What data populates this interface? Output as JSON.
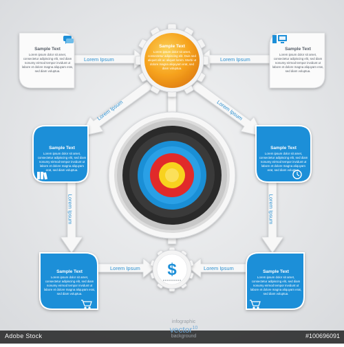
{
  "colors": {
    "background": "#e8e9eb",
    "card_white": "#fbfbfb",
    "card_blue": "#1d8fd8",
    "arrow_label": "#2a8fd0",
    "center_orange": "#f6a21d",
    "target_yellow": "#f8d21e",
    "target_red": "#e12a2a",
    "target_blue": "#1a8fd6",
    "target_black": "#2a2a2a",
    "gear_white": "#f7f7f7",
    "dollar_blue": "#1d8fd8"
  },
  "center_hub": {
    "title": "Sample Text",
    "body": "Lorem ipsum dolor sit amet, consectetur adipiscing elit. Duis sed aliquet elit ac aliquet lorem. Morbi ut dolore magna aliquyam erat, sed diam voluptua."
  },
  "cards": [
    {
      "name": "card-top-left",
      "title": "Sample Text",
      "icon": "chat-bubble-icon",
      "body": "Lorem ipsum dolor sit amet, consectetur adipiscing elit, sed diam nonumy eirmod tempor invidunt ut labore et dolore magna aliquyam erat, sed diam voluptua."
    },
    {
      "name": "card-top-right",
      "title": "Sample Text",
      "icon": "computer-icon",
      "body": "Lorem ipsum dolor sit amet, consectetur adipiscing elit, sed diam nonumy eirmod tempor invidunt ut labore et dolore magna aliquyam erat, sed diam voluptua."
    },
    {
      "name": "card-mid-left",
      "title": "Sample Text",
      "icon": "books-icon",
      "body": "Lorem ipsum dolor sit amet, consectetur adipiscing elit, sed diam nonumy eirmod tempor invidunt ut labore et dolore magna aliquyam erat, sed diam voluptua."
    },
    {
      "name": "card-mid-right",
      "title": "Sample Text",
      "icon": "clock-icon",
      "body": "Lorem ipsum dolor sit amet, consectetur adipiscing elit, sed diam nonumy eirmod tempor invidunt ut labore et dolore magna aliquyam erat, sed diam voluptua."
    },
    {
      "name": "card-bottom-left",
      "title": "Sample Text",
      "icon": "cart-icon",
      "body": "Lorem ipsum dolor sit amet, consectetur adipiscing elit, sed diam nonumy eirmod tempor invidunt ut labore et dolore magna aliquyam erat, sed diam voluptua."
    },
    {
      "name": "card-bottom-right",
      "title": "Sample Text",
      "icon": "cart-icon",
      "body": "Lorem ipsum dolor sit amet, consectetur adipiscing elit, sed diam nonumy eirmod tempor invidunt ut labore et dolore magna aliquyam erat, sed diam voluptua."
    }
  ],
  "arrows": [
    {
      "name": "arrow-label-top-left",
      "label": "Lorem Ipsum"
    },
    {
      "name": "arrow-label-top-right",
      "label": "Lorem Ipsum"
    },
    {
      "name": "arrow-label-diag-left",
      "label": "Lorem Ipsum"
    },
    {
      "name": "arrow-label-diag-right",
      "label": "Lorem Ipsum"
    },
    {
      "name": "arrow-label-left-vertical",
      "label": "Lorem Ipsum"
    },
    {
      "name": "arrow-label-right-vertical",
      "label": "Lorem Ipsum"
    },
    {
      "name": "arrow-label-bottom-left",
      "label": "Lorem Ipsum"
    },
    {
      "name": "arrow-label-bottom-right",
      "label": "Lorem Ipsum"
    }
  ],
  "bottom_gear": {
    "icon": "dollar-icon",
    "symbol": "$"
  },
  "watermark": {
    "left": "Adobe Stock",
    "id": "#100696091",
    "line1": "infographic",
    "line2": "vector",
    "line3": "background",
    "version": "10"
  }
}
